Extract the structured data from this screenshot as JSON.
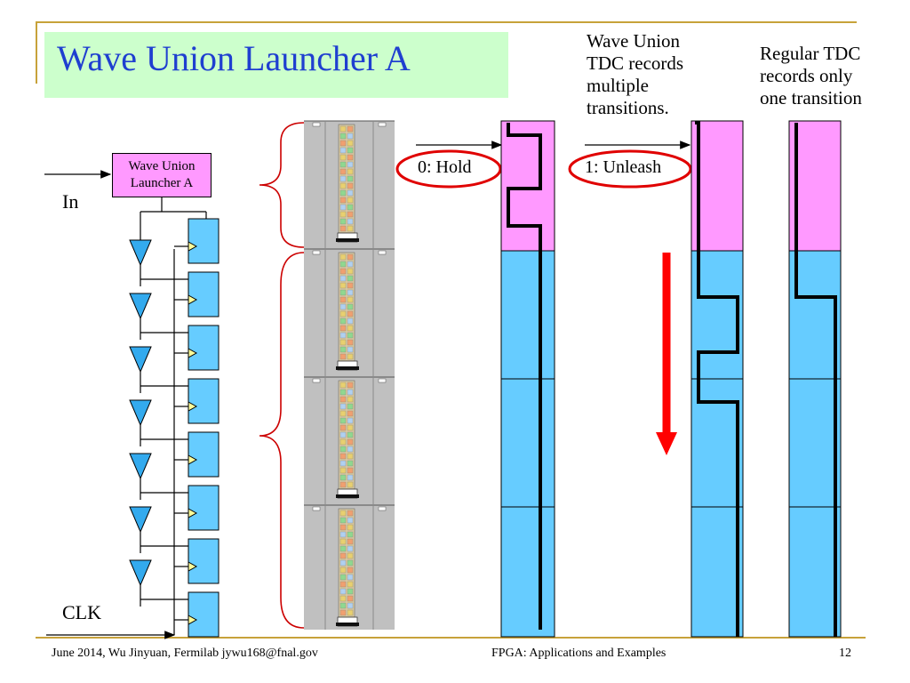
{
  "slide": {
    "title": "Wave Union Launcher A",
    "note_wave_union": [
      "Wave Union",
      "TDC records",
      "multiple",
      "transitions."
    ],
    "note_regular": [
      "Regular TDC",
      "records only",
      "one transition"
    ],
    "launcher_label": [
      "Wave Union",
      "Launcher A"
    ],
    "in_label": "In",
    "clk_label": "CLK",
    "hold_label": "0: Hold",
    "unleash_label": "1: Unleash",
    "footer_left": "June 2014, Wu Jinyuan, Fermilab jywu168@fnal.gov",
    "footer_center": "FPGA: Applications and Examples",
    "page_number": "12"
  },
  "colors": {
    "title_text": "#1f3fd0",
    "title_bg": "#ccffcc",
    "frame": "#c7a23a",
    "launcher": "#ff99ff",
    "flipflop": "#66ccff",
    "buffer": "#33aaee",
    "clock_marker": "#ffff99",
    "pink_region": "#ff99ff",
    "blue_region": "#66ccff",
    "highlight_ellipse": "#e00000",
    "arrow_red": "#ff0000",
    "brace": "#cc0000",
    "chip_gray": "#c0c0c0"
  }
}
